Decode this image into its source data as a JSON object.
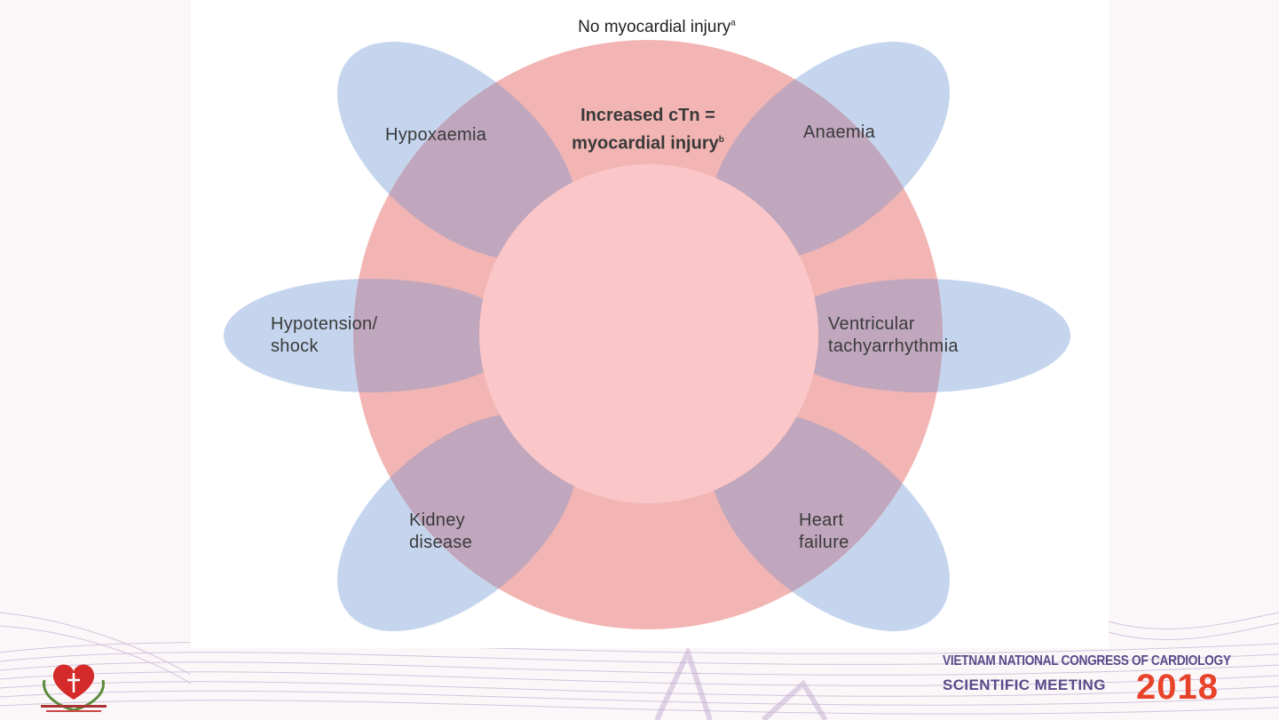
{
  "diagram": {
    "title": "No myocardial injury",
    "title_sup": "a",
    "core_line1": "Increased cTn =",
    "core_line2": "myocardial injury",
    "core_sup": "b",
    "petals": {
      "top_left": [
        "Hypoxaemia"
      ],
      "top_right": [
        "Anaemia"
      ],
      "left": [
        "Hypotension/",
        "shock"
      ],
      "right": [
        "Ventricular",
        "tachyarrhythmia"
      ],
      "bottom_left": [
        "Kidney",
        "disease"
      ],
      "bottom_right": [
        "Heart",
        "failure"
      ]
    },
    "colors": {
      "petal": "#c5d5ee",
      "ring": "#f2b5b3",
      "overlap": "#c0a7bd",
      "core": "#fbc6c7"
    }
  },
  "footer": {
    "congress_line1": "VIETNAM NATIONAL CONGRESS OF CARDIOLOGY",
    "congress_line2": "SCIENTIFIC MEETING",
    "congress_year": "2018",
    "logo_icon": "heart-logo-icon"
  }
}
